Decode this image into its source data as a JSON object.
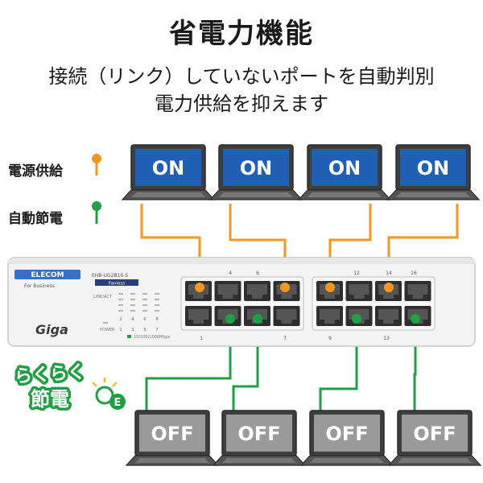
{
  "title": "省電力機能",
  "subtitle_line1": "接続（リンク）していないポートを自動判別",
  "subtitle_line2": "電力供給を抑えます",
  "legend": [
    {
      "label": "電源供給",
      "color": "#f5961e"
    },
    {
      "label": "自動節電",
      "color": "#1ea043"
    }
  ],
  "laptops_top": [
    "ON",
    "ON",
    "ON",
    "ON"
  ],
  "laptops_bottom": [
    "OFF",
    "OFF",
    "OFF",
    "OFF"
  ],
  "switch": {
    "brand": "ELECOM",
    "tagline": "For Business",
    "model": "EHB-UG2B16-S",
    "badge": "Fanless",
    "series": "Giga",
    "link_act_label": "LINK/ACT",
    "power_label": "POWER",
    "speed_label": "10/100/1000Mbps",
    "port_numbers_top": [
      "4",
      "6",
      "12",
      "14",
      "16"
    ],
    "port_numbers_bottom": [
      "1",
      "7",
      "9",
      "13"
    ],
    "led_numbers_row1": [
      "2",
      "4",
      "6",
      "8"
    ],
    "led_numbers_row2": [
      "1",
      "3",
      "5",
      "7"
    ]
  },
  "eco_logo": {
    "line1": "らくらく",
    "line2": "節電",
    "mark": "E"
  },
  "colors": {
    "power_on": "#f5961e",
    "power_save": "#1ea043",
    "screen_blue": "#1f5fb5",
    "screen_gray": "#9a9a9a",
    "laptop_body": "#454545"
  }
}
